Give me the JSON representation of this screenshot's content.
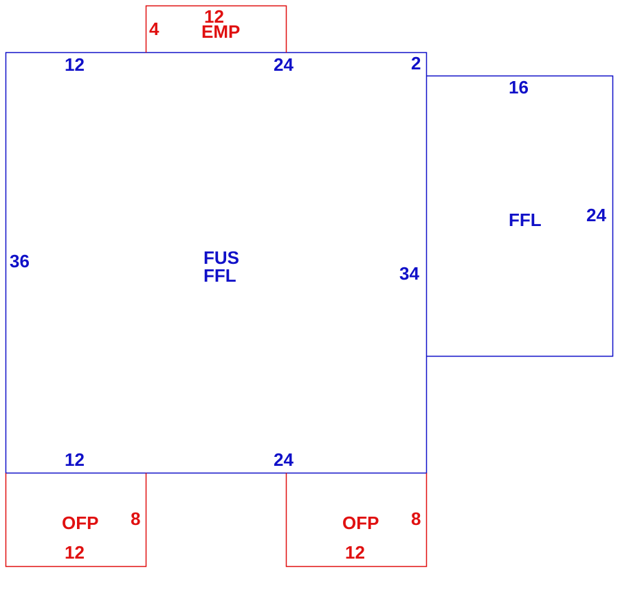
{
  "colors": {
    "main": "#1010c8",
    "accessory": "#e01010",
    "background": "#ffffff"
  },
  "main_building": {
    "code1": "FUS",
    "code2": "FFL",
    "dims": {
      "top_left": "12",
      "top_mid": "24",
      "top_right": "2",
      "left": "36",
      "right": "34",
      "bottom_left": "12",
      "bottom_mid": "24"
    }
  },
  "addition": {
    "code": "FFL",
    "dims": {
      "top": "16",
      "right": "24"
    }
  },
  "emp": {
    "code": "EMP",
    "dims": {
      "top": "12",
      "left": "4"
    }
  },
  "ofp_left": {
    "code": "OFP",
    "dims": {
      "side": "8",
      "bottom": "12"
    }
  },
  "ofp_right": {
    "code": "OFP",
    "dims": {
      "side": "8",
      "bottom": "12"
    }
  }
}
